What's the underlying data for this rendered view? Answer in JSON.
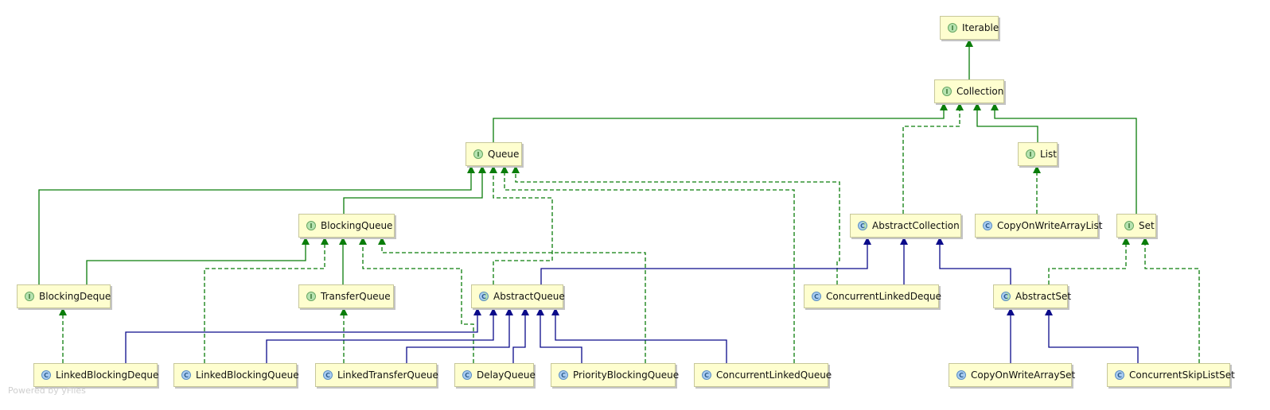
{
  "watermark": "Powered by yFiles",
  "colors": {
    "extends_interface": "#0a7d0a",
    "implements": "#0a7d0a",
    "extends_class": "#0b0b8a"
  },
  "nodes": {
    "iterable": {
      "label": "Iterable",
      "kind": "interface"
    },
    "collection": {
      "label": "Collection",
      "kind": "interface"
    },
    "queue": {
      "label": "Queue",
      "kind": "interface"
    },
    "list": {
      "label": "List",
      "kind": "interface"
    },
    "blocking_queue": {
      "label": "BlockingQueue",
      "kind": "interface"
    },
    "abstract_collection": {
      "label": "AbstractCollection",
      "kind": "abstract"
    },
    "copy_on_write_list": {
      "label": "CopyOnWriteArrayList",
      "kind": "class"
    },
    "set": {
      "label": "Set",
      "kind": "interface"
    },
    "blocking_deque": {
      "label": "BlockingDeque",
      "kind": "interface"
    },
    "transfer_queue": {
      "label": "TransferQueue",
      "kind": "interface"
    },
    "abstract_queue": {
      "label": "AbstractQueue",
      "kind": "abstract"
    },
    "concurrent_linked_deque": {
      "label": "ConcurrentLinkedDeque",
      "kind": "class"
    },
    "abstract_set": {
      "label": "AbstractSet",
      "kind": "abstract"
    },
    "linked_blocking_deque": {
      "label": "LinkedBlockingDeque",
      "kind": "class"
    },
    "linked_blocking_queue": {
      "label": "LinkedBlockingQueue",
      "kind": "class"
    },
    "linked_transfer_queue": {
      "label": "LinkedTransferQueue",
      "kind": "class"
    },
    "delay_queue": {
      "label": "DelayQueue",
      "kind": "class"
    },
    "priority_blocking_queue": {
      "label": "PriorityBlockingQueue",
      "kind": "class"
    },
    "concurrent_linked_queue": {
      "label": "ConcurrentLinkedQueue",
      "kind": "class"
    },
    "copy_on_write_set": {
      "label": "CopyOnWriteArraySet",
      "kind": "class"
    },
    "concurrent_skip_list_set": {
      "label": "ConcurrentSkipListSet",
      "kind": "class"
    }
  },
  "edges": [
    {
      "from": "collection",
      "to": "iterable",
      "type": "extends_interface"
    },
    {
      "from": "queue",
      "to": "collection",
      "type": "extends_interface"
    },
    {
      "from": "abstract_collection",
      "to": "collection",
      "type": "implements"
    },
    {
      "from": "list",
      "to": "collection",
      "type": "extends_interface"
    },
    {
      "from": "set",
      "to": "collection",
      "type": "extends_interface"
    },
    {
      "from": "copy_on_write_list",
      "to": "list",
      "type": "implements"
    },
    {
      "from": "blocking_deque",
      "to": "queue",
      "type": "extends_interface"
    },
    {
      "from": "blocking_queue",
      "to": "queue",
      "type": "extends_interface"
    },
    {
      "from": "abstract_queue",
      "to": "queue",
      "type": "implements"
    },
    {
      "from": "concurrent_linked_deque",
      "to": "queue",
      "type": "implements"
    },
    {
      "from": "concurrent_linked_queue",
      "to": "queue",
      "type": "implements"
    },
    {
      "from": "blocking_deque",
      "to": "blocking_queue",
      "type": "extends_interface"
    },
    {
      "from": "linked_blocking_queue",
      "to": "blocking_queue",
      "type": "implements"
    },
    {
      "from": "transfer_queue",
      "to": "blocking_queue",
      "type": "extends_interface"
    },
    {
      "from": "delay_queue",
      "to": "blocking_queue",
      "type": "implements"
    },
    {
      "from": "priority_blocking_queue",
      "to": "blocking_queue",
      "type": "implements"
    },
    {
      "from": "abstract_queue",
      "to": "abstract_collection",
      "type": "extends_class"
    },
    {
      "from": "concurrent_linked_deque",
      "to": "abstract_collection",
      "type": "extends_class"
    },
    {
      "from": "abstract_set",
      "to": "abstract_collection",
      "type": "extends_class"
    },
    {
      "from": "abstract_set",
      "to": "set",
      "type": "implements"
    },
    {
      "from": "concurrent_skip_list_set",
      "to": "set",
      "type": "implements"
    },
    {
      "from": "linked_blocking_deque",
      "to": "blocking_deque",
      "type": "implements"
    },
    {
      "from": "linked_transfer_queue",
      "to": "transfer_queue",
      "type": "implements"
    },
    {
      "from": "linked_blocking_deque",
      "to": "abstract_queue",
      "type": "extends_class"
    },
    {
      "from": "linked_blocking_queue",
      "to": "abstract_queue",
      "type": "extends_class"
    },
    {
      "from": "linked_transfer_queue",
      "to": "abstract_queue",
      "type": "extends_class"
    },
    {
      "from": "delay_queue",
      "to": "abstract_queue",
      "type": "extends_class"
    },
    {
      "from": "priority_blocking_queue",
      "to": "abstract_queue",
      "type": "extends_class"
    },
    {
      "from": "concurrent_linked_queue",
      "to": "abstract_queue",
      "type": "extends_class"
    },
    {
      "from": "copy_on_write_set",
      "to": "abstract_set",
      "type": "extends_class"
    },
    {
      "from": "concurrent_skip_list_set",
      "to": "abstract_set",
      "type": "extends_class"
    }
  ]
}
